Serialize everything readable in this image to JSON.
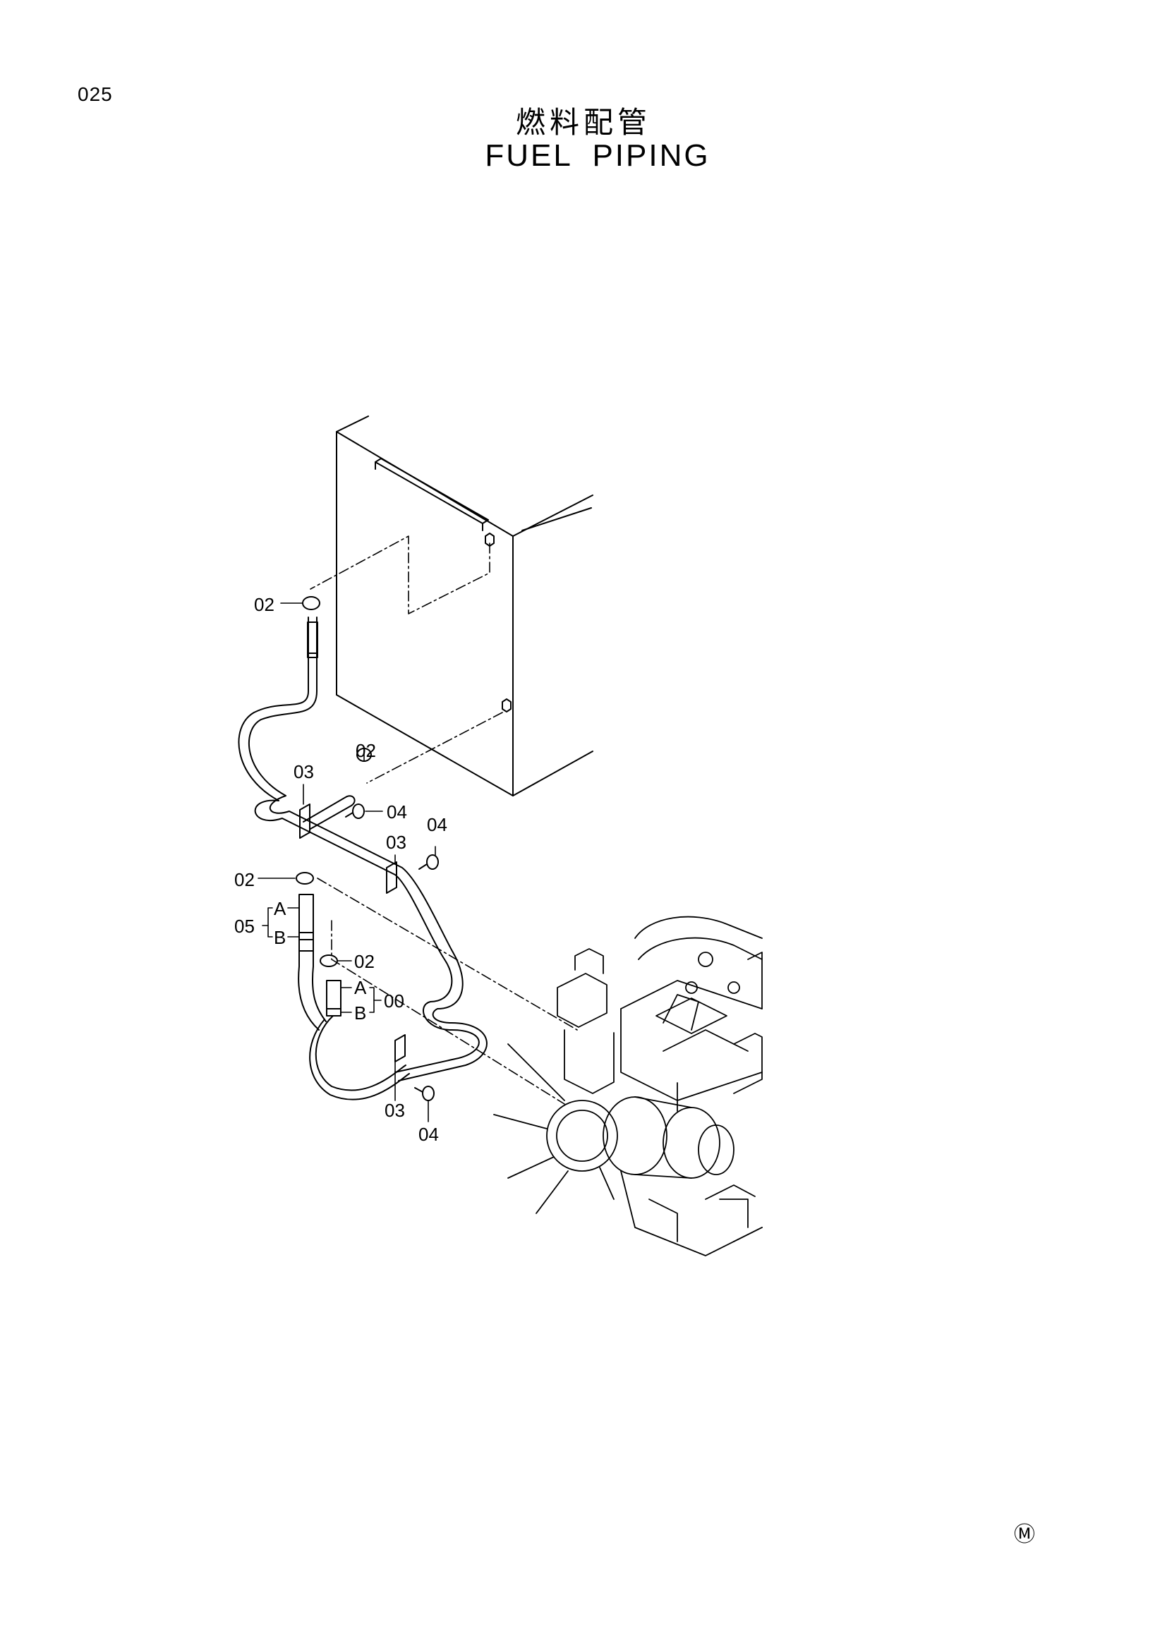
{
  "page_code": "025",
  "title_jp": "燃料配管",
  "title_en": "FUEL PIPING",
  "mark": "Ⓜ",
  "callouts": {
    "c_02_top": "02",
    "c_02_mid": "02",
    "c_03_upper": "03",
    "c_04_upper": "04",
    "c_03_mid": "03",
    "c_04_mid": "04",
    "c_02_left": "02",
    "c_05": "05",
    "c_05_a": "A",
    "c_05_b": "B",
    "c_02_low": "02",
    "c_00_a": "A",
    "c_00_b": "B",
    "c_00": "00",
    "c_03_low": "03",
    "c_04_low": "04"
  }
}
